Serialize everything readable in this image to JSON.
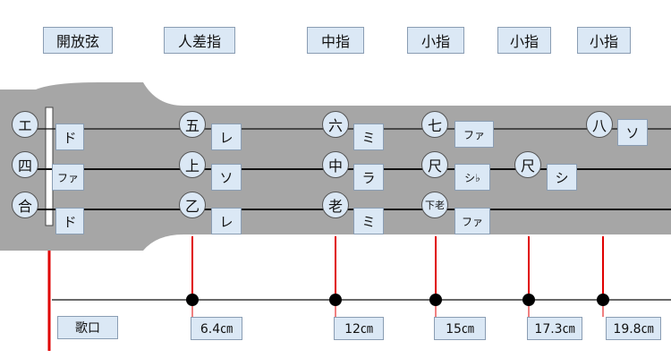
{
  "headers": {
    "open": "開放弦",
    "index": "人差指",
    "middle": "中指",
    "pinky1": "小指",
    "pinky2": "小指",
    "pinky3": "小指"
  },
  "kansu": {
    "open": [
      "エ",
      "四",
      "合"
    ],
    "index": [
      "五",
      "上",
      "乙"
    ],
    "middle": [
      "六",
      "中",
      "老"
    ],
    "pos15": [
      "七",
      "尺",
      "下老"
    ],
    "pos173": [
      "尺"
    ],
    "pos198": [
      "八"
    ]
  },
  "western": {
    "open": [
      "ド",
      "ファ",
      "ド"
    ],
    "index": [
      "レ",
      "ソ",
      "レ"
    ],
    "middle": [
      "ミ",
      "ラ",
      "ミ"
    ],
    "pos15": [
      "ファ",
      "シ♭",
      "ファ"
    ],
    "pos173": [
      "シ"
    ],
    "pos198": [
      "ソ"
    ]
  },
  "measurements": {
    "utaguchi": "歌口",
    "m1": "6.4㎝",
    "m2": "12㎝",
    "m3": "15㎝",
    "m4": "17.3㎝",
    "m5": "19.8㎝"
  },
  "colors": {
    "neck": "#a6a6a6",
    "label_fill": "#dbe8f5",
    "red_line": "#e00000"
  }
}
